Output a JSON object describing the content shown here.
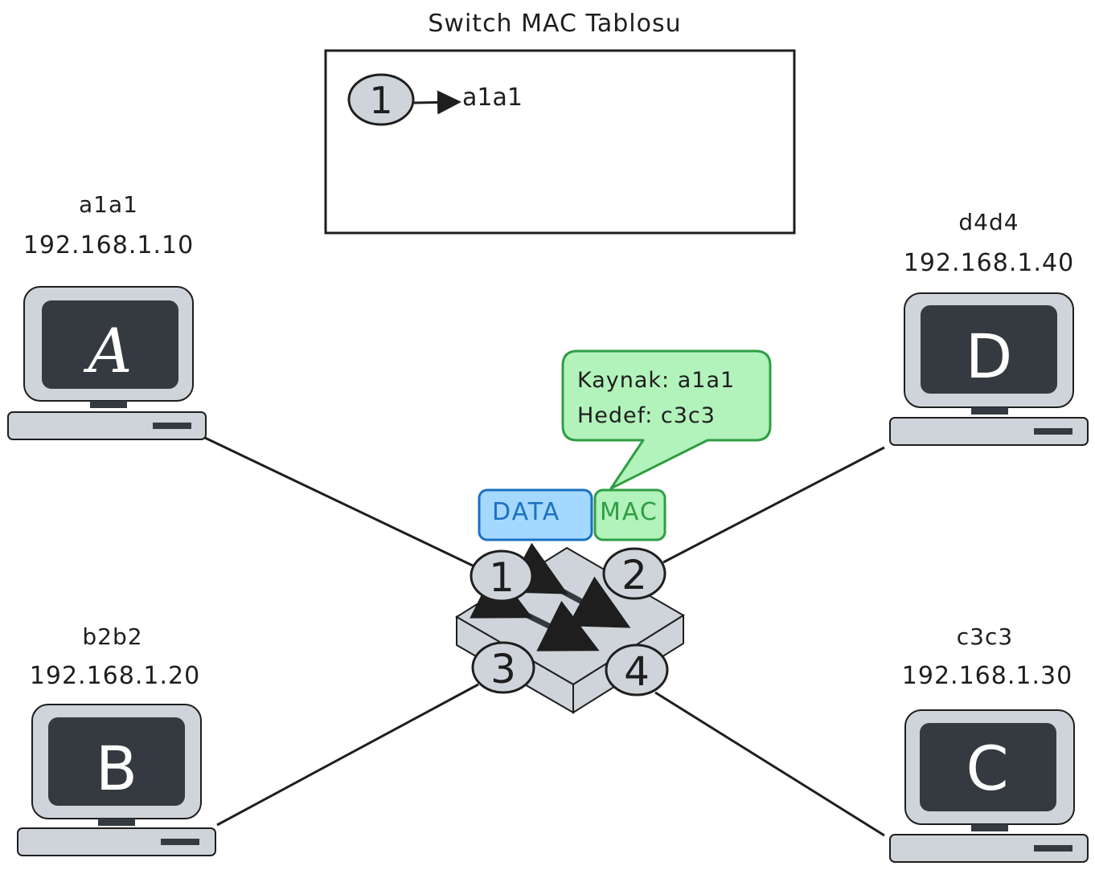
{
  "title": "Switch MAC Tablosu",
  "mac_table": {
    "entries": [
      {
        "port": "1",
        "mac": "a1a1"
      }
    ]
  },
  "computers": [
    {
      "letter": "A",
      "mac": "a1a1",
      "ip": "192.168.1.10"
    },
    {
      "letter": "B",
      "mac": "b2b2",
      "ip": "192.168.1.20"
    },
    {
      "letter": "C",
      "mac": "c3c3",
      "ip": "192.168.1.30"
    },
    {
      "letter": "D",
      "mac": "d4d4",
      "ip": "192.168.1.40"
    }
  ],
  "switch": {
    "ports": [
      "1",
      "2",
      "3",
      "4"
    ]
  },
  "frame": {
    "data_label": "DATA",
    "mac_label": "MAC"
  },
  "bubble": {
    "line1": "Kaynak: a1a1",
    "line2": "Hedef: c3c3"
  },
  "colors": {
    "stroke": "#1e1e1e",
    "screen": "#343a40",
    "monitor": "#ced4da",
    "data_fill": "#a5d8ff",
    "data_stroke": "#1971c2",
    "mac_fill": "#b2f2bb",
    "mac_stroke": "#2f9e44"
  }
}
